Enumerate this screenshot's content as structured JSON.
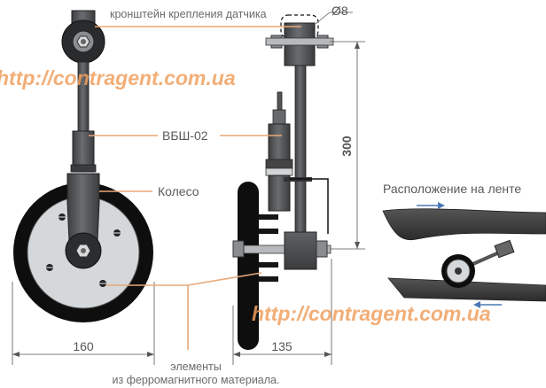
{
  "labels": {
    "bracket": "кронштейн крепления датчика",
    "sensor": "ВБШ-02",
    "wheel": "Колесо",
    "elements_line1": "элементы",
    "elements_line2": "из ферромагнитного материала.",
    "belt_position": "Расположение на ленте"
  },
  "dimensions": {
    "diameter": "Ø8",
    "height": "300",
    "wheel_width": "160",
    "side_width": "135"
  },
  "watermark": {
    "text": "http://contragent.com.ua"
  },
  "colors": {
    "metal_dark": "#4a4c4e",
    "tire": "#0e0e0e",
    "hub": "#d4d8da",
    "leader": "#e8a878",
    "watermark": "#f0a060",
    "arrow": "#4a78b4"
  }
}
